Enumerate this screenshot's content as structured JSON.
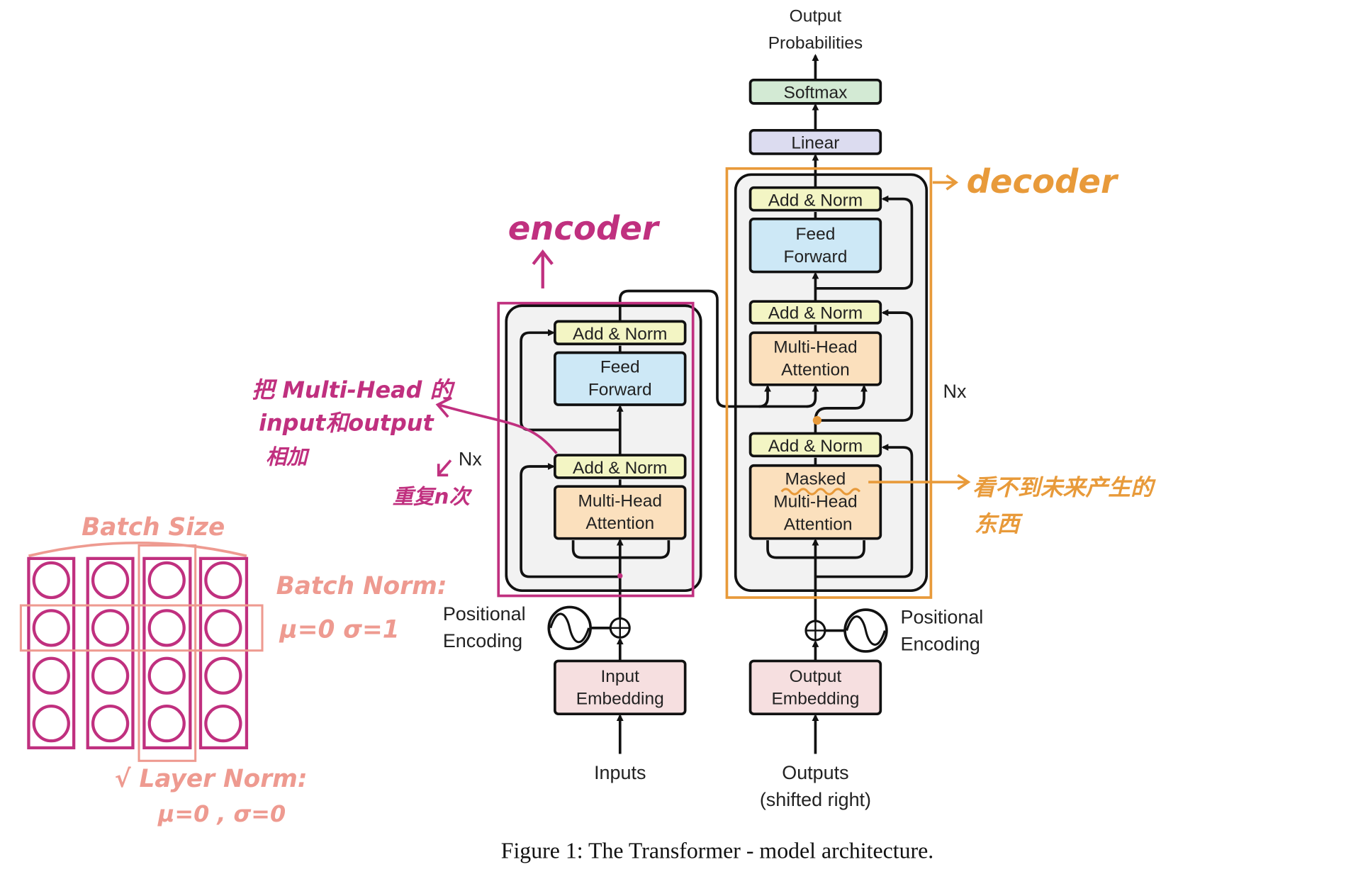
{
  "output_label": [
    "Output",
    "Probabilities"
  ],
  "decoder_top": {
    "softmax": "Softmax",
    "linear": "Linear"
  },
  "encoder": {
    "add_norm_top": "Add & Norm",
    "feed_forward": [
      "Feed",
      "Forward"
    ],
    "add_norm_bottom": "Add & Norm",
    "attention": [
      "Multi-Head",
      "Attention"
    ],
    "repeat": "Nx",
    "positional_encoding": [
      "Positional",
      "Encoding"
    ],
    "embedding": [
      "Input",
      "Embedding"
    ],
    "input_label": "Inputs"
  },
  "decoder": {
    "add_norm_top": "Add & Norm",
    "feed_forward": [
      "Feed",
      "Forward"
    ],
    "add_norm_mid": "Add & Norm",
    "attention": [
      "Multi-Head",
      "Attention"
    ],
    "add_norm_bottom": "Add & Norm",
    "masked_attention": [
      "Masked",
      "Multi-Head",
      "Attention"
    ],
    "repeat": "Nx",
    "positional_encoding": [
      "Positional",
      "Encoding"
    ],
    "embedding": [
      "Output",
      "Embedding"
    ],
    "output_label": [
      "Outputs",
      "(shifted right)"
    ]
  },
  "caption": "Figure 1: The Transformer - model architecture.",
  "annotations": {
    "encoder": "encoder",
    "decoder": "decoder",
    "residual_note": [
      "把 Multi-Head 的",
      "input和output",
      "相加"
    ],
    "repeat_note": "重复n次",
    "mask_note": [
      "看不到未来产生的",
      "东西"
    ],
    "batch_size": "Batch Size",
    "batch_norm": "Batch Norm:",
    "batch_norm_stats": "μ=0  σ=1",
    "layer_norm": "√  Layer  Norm:",
    "layer_norm_stats": "μ=0 , σ=0"
  },
  "colors": {
    "encoder_annotation": "#c0307f",
    "decoder_annotation": "#e89a3a",
    "norm_annotation": "#ee9a90",
    "add_norm": "#f3f5c4",
    "feed_forward": "#cde8f6",
    "attention": "#fbe0bd",
    "embedding": "#f6dfe0",
    "softmax": "#d3ead4",
    "linear": "#dcdcf0",
    "block_bg": "#f2f2f2"
  }
}
